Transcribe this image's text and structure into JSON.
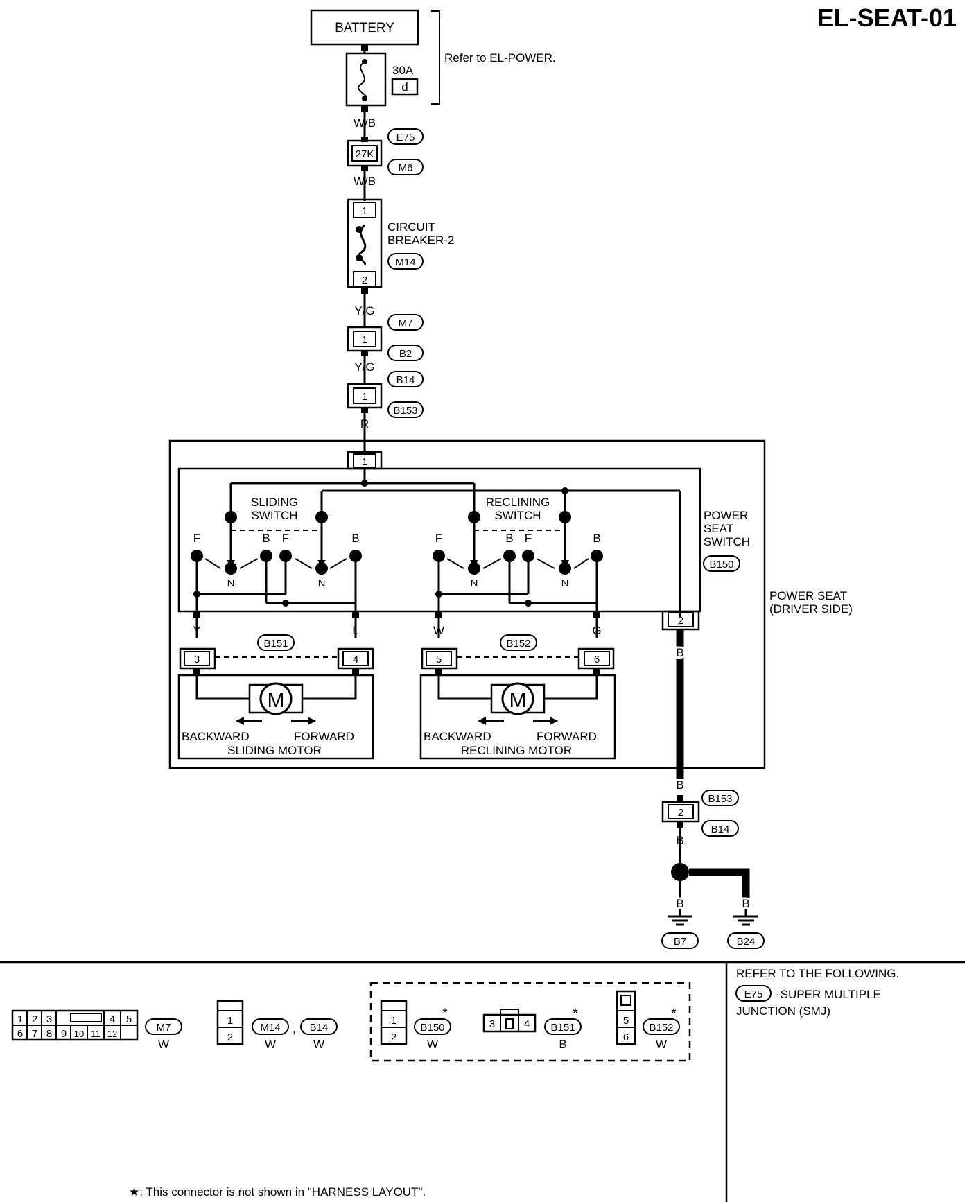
{
  "page_code": "EL-SEAT-01",
  "battery": {
    "label": "BATTERY",
    "fuse_rating": "30A",
    "fuse_block": "d",
    "refer_note": "Refer to EL-POWER."
  },
  "wires": {
    "wb1": "W/B",
    "wb2": "W/B",
    "yg1": "Y/G",
    "yg2": "Y/G",
    "r": "R",
    "y": "Y",
    "l": "L",
    "w": "W",
    "g": "G",
    "b1": "B",
    "b2": "B",
    "b3": "B",
    "b4": "B",
    "b5": "B"
  },
  "connectors": {
    "e75": "E75",
    "m6": "M6",
    "m14": "M14",
    "m7": "M7",
    "b2": "B2",
    "b14a": "B14",
    "b153a": "B153",
    "b150": "B150",
    "b151": "B151",
    "b152": "B152",
    "b153b": "B153",
    "b14b": "B14",
    "b7": "B7",
    "b24": "B24"
  },
  "pins": {
    "jc": "27K",
    "cb1": "1",
    "cb2": "2",
    "c7": "1",
    "c14": "1",
    "sw1": "1",
    "sw2": "2",
    "m3": "3",
    "m4": "4",
    "m5": "5",
    "m6": "6",
    "gnd2": "2"
  },
  "circuit_breaker": {
    "line1": "CIRCUIT",
    "line2": "BREAKER-2"
  },
  "power_seat": {
    "line1": "POWER SEAT",
    "line2": "(DRIVER SIDE)"
  },
  "power_seat_switch": {
    "line1": "POWER",
    "line2": "SEAT",
    "line3": "SWITCH"
  },
  "sliding_switch": {
    "line1": "SLIDING",
    "line2": "SWITCH",
    "f1": "F",
    "b1": "B",
    "f2": "F",
    "b2": "B",
    "n1": "N",
    "n2": "N"
  },
  "reclining_switch": {
    "line1": "RECLINING",
    "line2": "SWITCH",
    "f1": "F",
    "b1": "B",
    "f2": "F",
    "b2": "B",
    "n1": "N",
    "n2": "N"
  },
  "sliding_motor": {
    "symbol": "M",
    "backward": "BACKWARD",
    "forward": "FORWARD",
    "name": "SLIDING MOTOR"
  },
  "reclining_motor": {
    "symbol": "M",
    "backward": "BACKWARD",
    "forward": "FORWARD",
    "name": "RECLINING MOTOR"
  },
  "legend": {
    "m7": {
      "pins_top": [
        "1",
        "2",
        "3",
        "4",
        "5"
      ],
      "pins_bottom": [
        "6",
        "7",
        "8",
        "9",
        "10",
        "11",
        "12"
      ],
      "id": "M7",
      "color": "W"
    },
    "m14_b14": {
      "pins": [
        "1",
        "2"
      ],
      "id1": "M14",
      "sep": ",",
      "id2": "B14",
      "color1": "W",
      "color2": "W"
    },
    "b150": {
      "pins": [
        "1",
        "2"
      ],
      "id": "B150",
      "star": "*",
      "color": "W"
    },
    "b151": {
      "pins": [
        "3",
        "4"
      ],
      "id": "B151",
      "star": "*",
      "color": "B"
    },
    "b152": {
      "pins": [
        "5",
        "6"
      ],
      "id": "B152",
      "star": "*",
      "color": "W"
    }
  },
  "refer": {
    "heading": "REFER TO THE FOLLOWING.",
    "badge": "E75",
    "text1": "-SUPER MULTIPLE",
    "text2": "JUNCTION (SMJ)"
  },
  "footnote": "★: This connector is not shown in \"HARNESS LAYOUT\"."
}
